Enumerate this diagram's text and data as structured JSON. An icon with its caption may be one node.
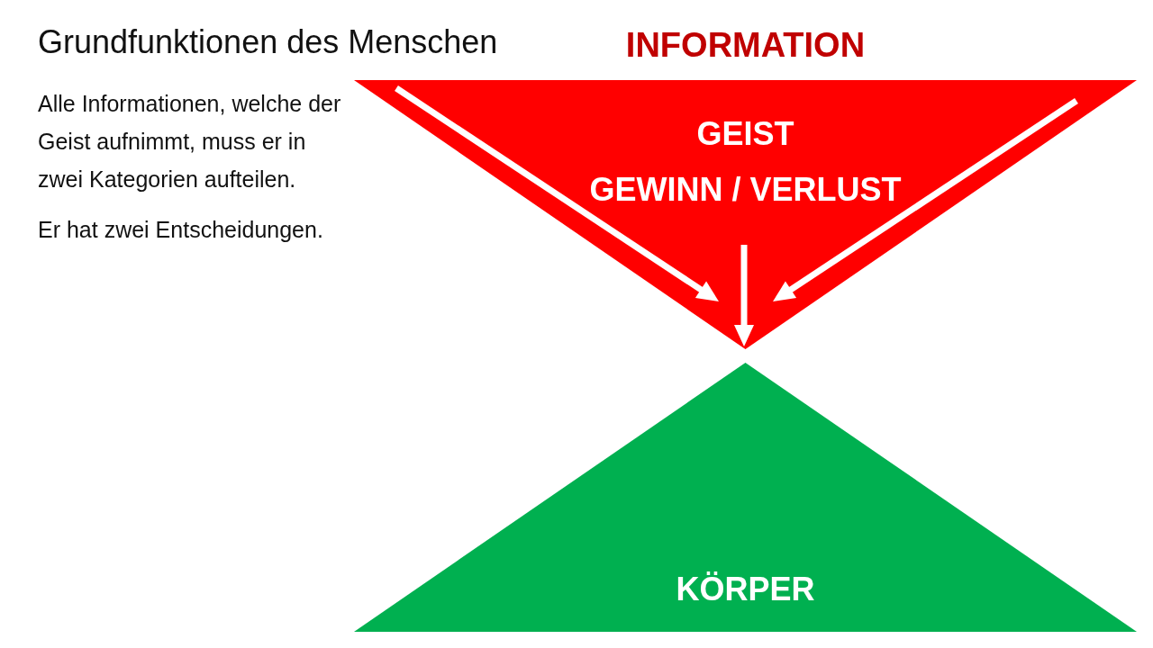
{
  "diagram": {
    "title": "Grundfunktionen des Menschen",
    "nodes": [
      {
        "text": [
          "INFORMATION",
          "GEIST",
          "GEWINN / VERLUST"
        ]
      },
      {
        "text": [
          "KÖRPER"
        ]
      }
    ],
    "labels": [
      "Alle Informationen, welche der Geist aufnimmt, muss er in zwei Kategorien aufteilen.",
      "Er hat zwei Entscheidungen."
    ]
  }
}
